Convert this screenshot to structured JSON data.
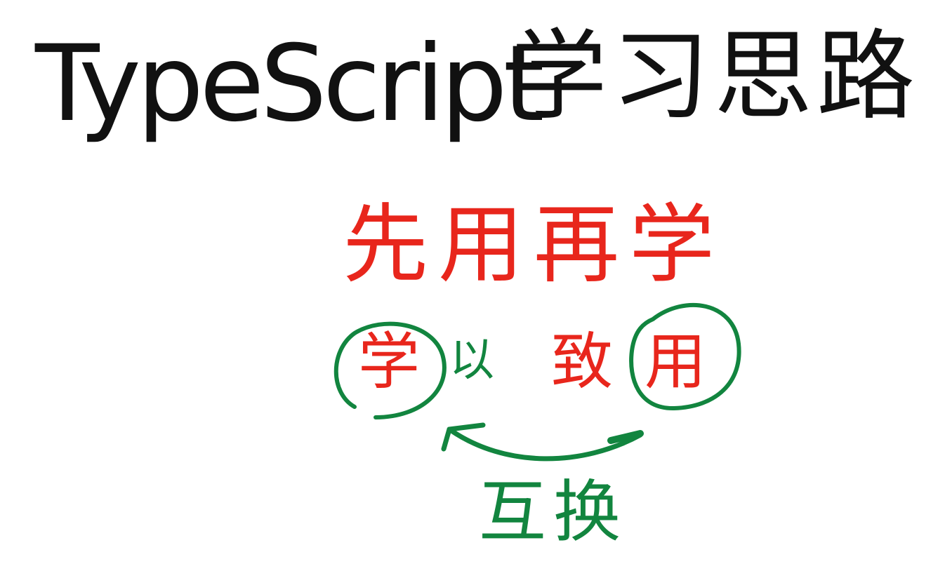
{
  "colors": {
    "ink_black": "#111111",
    "ink_red": "#e8261c",
    "ink_green": "#12853f"
  },
  "title": {
    "latin": "TypeScript",
    "chinese": "学习思路"
  },
  "motto": "先用再学",
  "phrase": {
    "char1": "学",
    "char2": "以",
    "char3": "致",
    "char4": "用"
  },
  "swap_label": "互换",
  "annotations": {
    "circle_around": [
      "学",
      "用"
    ],
    "arrow": "from-用-to-学"
  }
}
